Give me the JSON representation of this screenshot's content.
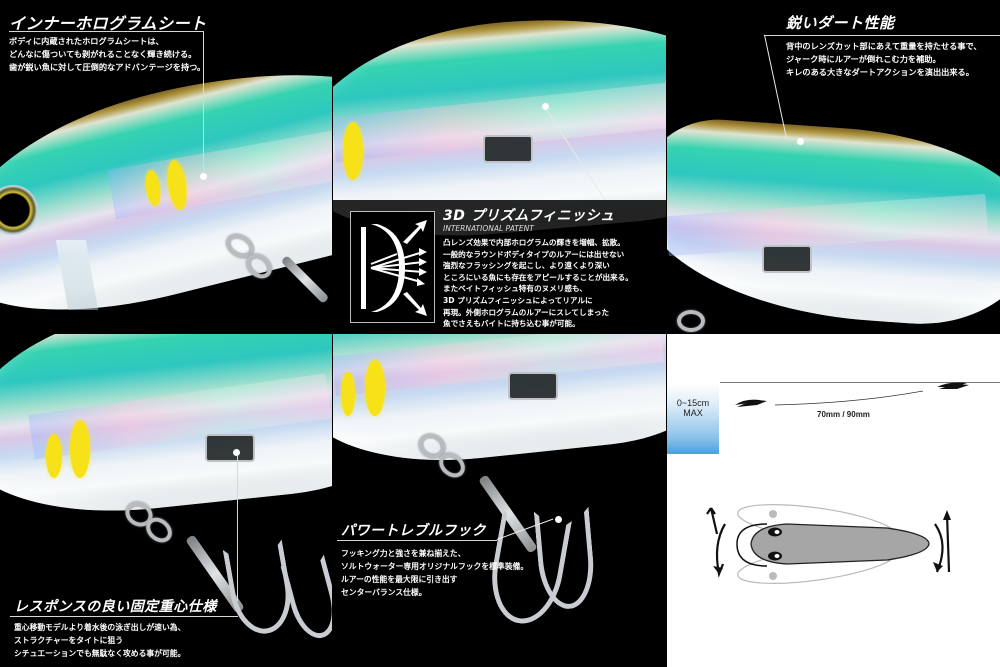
{
  "panels": {
    "inner_hologram": {
      "title": "インナーホログラムシート",
      "lines": [
        "ボディに内蔵されたホログラムシートは、",
        "どんなに傷ついても剥がれることなく輝き続ける。",
        "歯が鋭い魚に対して圧倒的なアドバンテージを持つ。"
      ]
    },
    "prism_finish": {
      "title": "3D プリズムフィニッシュ",
      "subtitle": "INTERNATIONAL PATENT",
      "icon": "prism-reflection-icon",
      "lines": [
        "凸レンズ効果で内部ホログラムの輝きを増幅、拡散。",
        "一般的なラウンドボディタイプのルアーには出せない",
        "強烈なフラッシングを起こし、より遠くより深い",
        "ところにいる魚にも存在をアピールすることが出来る。",
        "またベイトフィッシュ特有のヌメリ感も、",
        "3D プリズムフィニッシュによってリアルに",
        "再現。外側ホログラムのルアーにスレてしまった",
        "魚でさえもバイトに持ち込む事が可能。"
      ]
    },
    "dart_performance": {
      "title": "鋭いダート性能",
      "lines": [
        "背中のレンズカット部にあえて重量を持たせる事で、",
        "ジャーク時にルアーが倒れこむ力を補助。",
        "キレのある大きなダートアクションを演出出来る。"
      ]
    },
    "fixed_weight": {
      "title": "レスポンスの良い固定重心仕様",
      "lines": [
        "重心移動モデルより着水後の泳ぎ出しが速い為、",
        "ストラクチャーをタイトに狙う",
        "シチュエーションでも無駄なく攻める事が可能。"
      ]
    },
    "treble_hook": {
      "title": "パワートレブルフック",
      "lines": [
        "フッキング力と強さを兼ね揃えた、",
        "ソルトウォーター専用オリジナルフックを標準装備。",
        "ルアーの性能を最大限に引き出す",
        "センターバランス仕様。"
      ]
    },
    "diagram": {
      "depth_label_1": "0~15cm",
      "depth_label_2": "MAX",
      "size_label": "70mm / 90mm"
    }
  },
  "colors": {
    "background": "#000000",
    "lure_green": "#2ec7c0",
    "lure_yellow_dot": "#f7e21a",
    "depth_blue": "#4a9fdc",
    "diagram_body": "#a6a6a6"
  }
}
